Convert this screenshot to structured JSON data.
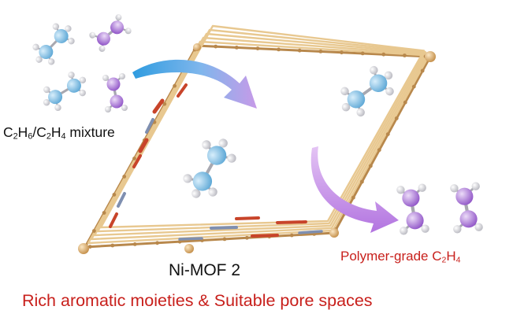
{
  "labels": {
    "mixture": {
      "parts": [
        "C",
        "2",
        "H",
        "6",
        "/C",
        "2",
        "H",
        "4",
        " mixture"
      ]
    },
    "product": {
      "parts": [
        "Polymer-grade C",
        "2",
        "H",
        "4"
      ]
    },
    "framework": "Ni-MOF 2",
    "caption": "Rich aromatic moieties & Suitable pore spaces"
  },
  "colors": {
    "framework": "#e8c890",
    "framework_dark": "#b8884c",
    "red_linker": "#c8442a",
    "blue_linker": "#7f8fb0",
    "ethane": "#8ec8ec",
    "ethylene": "#b67ee0",
    "hydrogen": "#e8e8ec",
    "arrow_blue": "#3aa4e0",
    "arrow_purple": "#c68ae6",
    "red_text": "#c8201c"
  },
  "icons": {
    "ethane": "ethane-molecule-icon",
    "ethylene": "ethylene-molecule-icon"
  }
}
